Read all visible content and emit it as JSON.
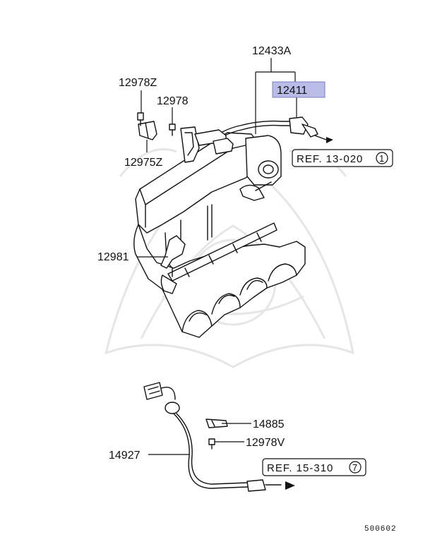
{
  "labels": {
    "part_12433a": "12433A",
    "part_12411": "12411",
    "part_12978z": "12978Z",
    "part_12978": "12978",
    "part_12975z": "12975Z",
    "part_12981": "12981",
    "part_14885": "14885",
    "part_12978v": "12978V",
    "part_14927": "14927",
    "ref_upper": "REF. 13-020",
    "ref_upper_num": "1",
    "ref_lower": "REF. 15-310",
    "ref_lower_num": "7",
    "diagram_code": "500602"
  },
  "colors": {
    "highlight": "#b8bce6",
    "line": "#111111",
    "watermark": "#e6e6e6"
  }
}
